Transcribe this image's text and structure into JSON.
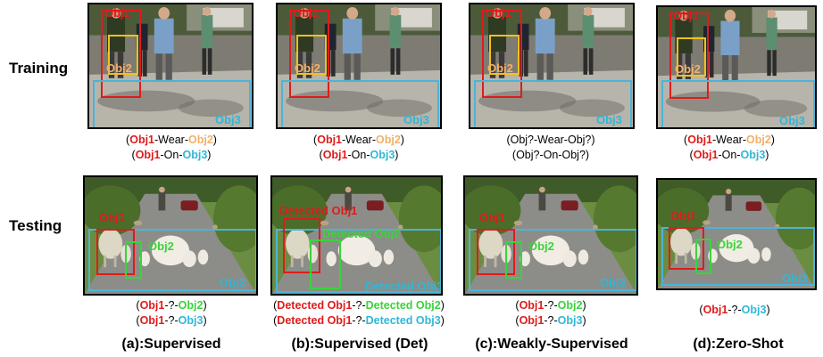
{
  "row_labels": {
    "training": "Training",
    "testing": "Testing"
  },
  "colors": {
    "obj1": "#e01b1b",
    "obj2_train": "#f3b06a",
    "obj2_test": "#39d43a",
    "obj3": "#2fb7d6",
    "obj3_box": "#4bb4d8",
    "yellow_box": "#f2c21b"
  },
  "box_labels": {
    "obj1": "Obj1",
    "obj2": "Obj2",
    "obj3": "Obj3",
    "det_obj1": "Detected Obj1",
    "det_obj2": "Detected Obj2",
    "det_obj3": "Detected Obj3"
  },
  "captions": {
    "train_a": {
      "l1_obj1": "Obj1",
      "l1_rel": "-Wear-",
      "l1_obj2": "Obj2",
      "l2_obj1": "Obj1",
      "l2_rel": "-On-",
      "l2_obj3": "Obj3"
    },
    "train_b": {
      "l1_obj1": "Obj1",
      "l1_rel": "-Wear-",
      "l1_obj2": "Obj2",
      "l2_obj1": "Obj1",
      "l2_rel": "-On-",
      "l2_obj3": "Obj3"
    },
    "train_c": {
      "l1": "(Obj?-Wear-Obj?)",
      "l2": "(Obj?-On-Obj?)"
    },
    "train_d": {
      "l1_obj1": "Obj1",
      "l1_rel": "-Wear-",
      "l1_obj2": "Obj2",
      "l2_obj1": "Obj1",
      "l2_rel": "-On-",
      "l2_obj3": "Obj3"
    },
    "test_a": {
      "l1_obj1": "Obj1",
      "l1_rel": "-?-",
      "l1_obj2": "Obj2",
      "l2_obj1": "Obj1",
      "l2_rel": "-?-",
      "l2_obj3": "Obj3"
    },
    "test_b": {
      "l1_obj1": "Detected Obj1",
      "l1_rel": "-?-",
      "l1_obj2": "Detected Obj2",
      "l2_obj1": "Detected Obj1",
      "l2_rel": "-?-",
      "l2_obj3": "Detected Obj3"
    },
    "test_c": {
      "l1_obj1": "Obj1",
      "l1_rel": "-?-",
      "l1_obj2": "Obj2",
      "l2_obj1": "Obj1",
      "l2_rel": "-?-",
      "l2_obj3": "Obj3"
    },
    "test_d": {
      "l1_obj1": "Obj1",
      "l1_rel": "-?-",
      "l1_obj3": "Obj3"
    }
  },
  "paren_open": "(",
  "paren_close": ")",
  "subcaptions": {
    "a": "(a):Supervised",
    "b": "(b):Supervised (Det)",
    "c": "(c):Weakly-Supervised",
    "d": "(d):Zero-Shot"
  }
}
